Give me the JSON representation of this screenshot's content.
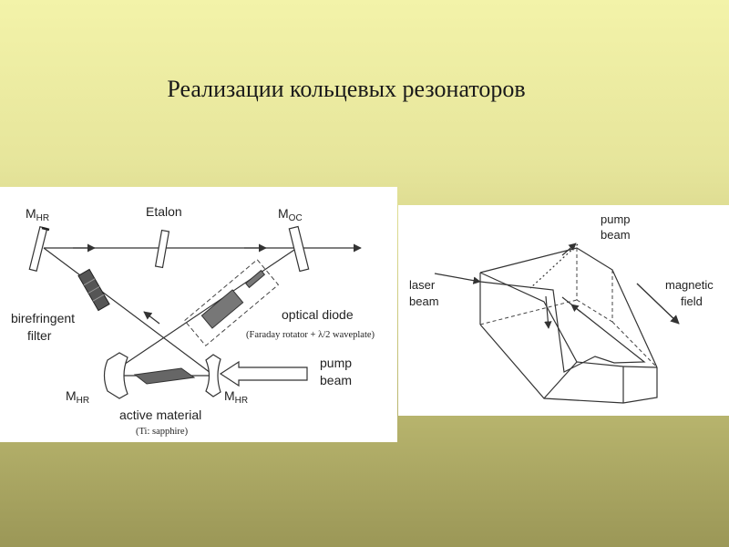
{
  "slide": {
    "title": "Реализации кольцевых резонаторов"
  },
  "left_diagram": {
    "labels": {
      "m_top_left": "M",
      "m_top_left_sub": "HR",
      "etalon": "Etalon",
      "m_top_right": "M",
      "m_top_right_sub": "OC",
      "birefringent_1": "birefringent",
      "birefringent_2": "filter",
      "optical_diode": "optical diode",
      "optical_diode_note": "(Faraday rotator + λ/2 waveplate)",
      "pump_1": "pump",
      "pump_2": "beam",
      "m_bottom_left": "M",
      "m_bottom_left_sub": "HR",
      "m_bottom_right": "M",
      "m_bottom_right_sub": "HR",
      "active_material": "active material",
      "active_material_note": "(Ti: sapphire)"
    }
  },
  "right_diagram": {
    "labels": {
      "pump_1": "pump",
      "pump_2": "beam",
      "laser_1": "laser",
      "laser_2": "beam",
      "magnetic_1": "magnetic",
      "magnetic_2": "field"
    }
  }
}
